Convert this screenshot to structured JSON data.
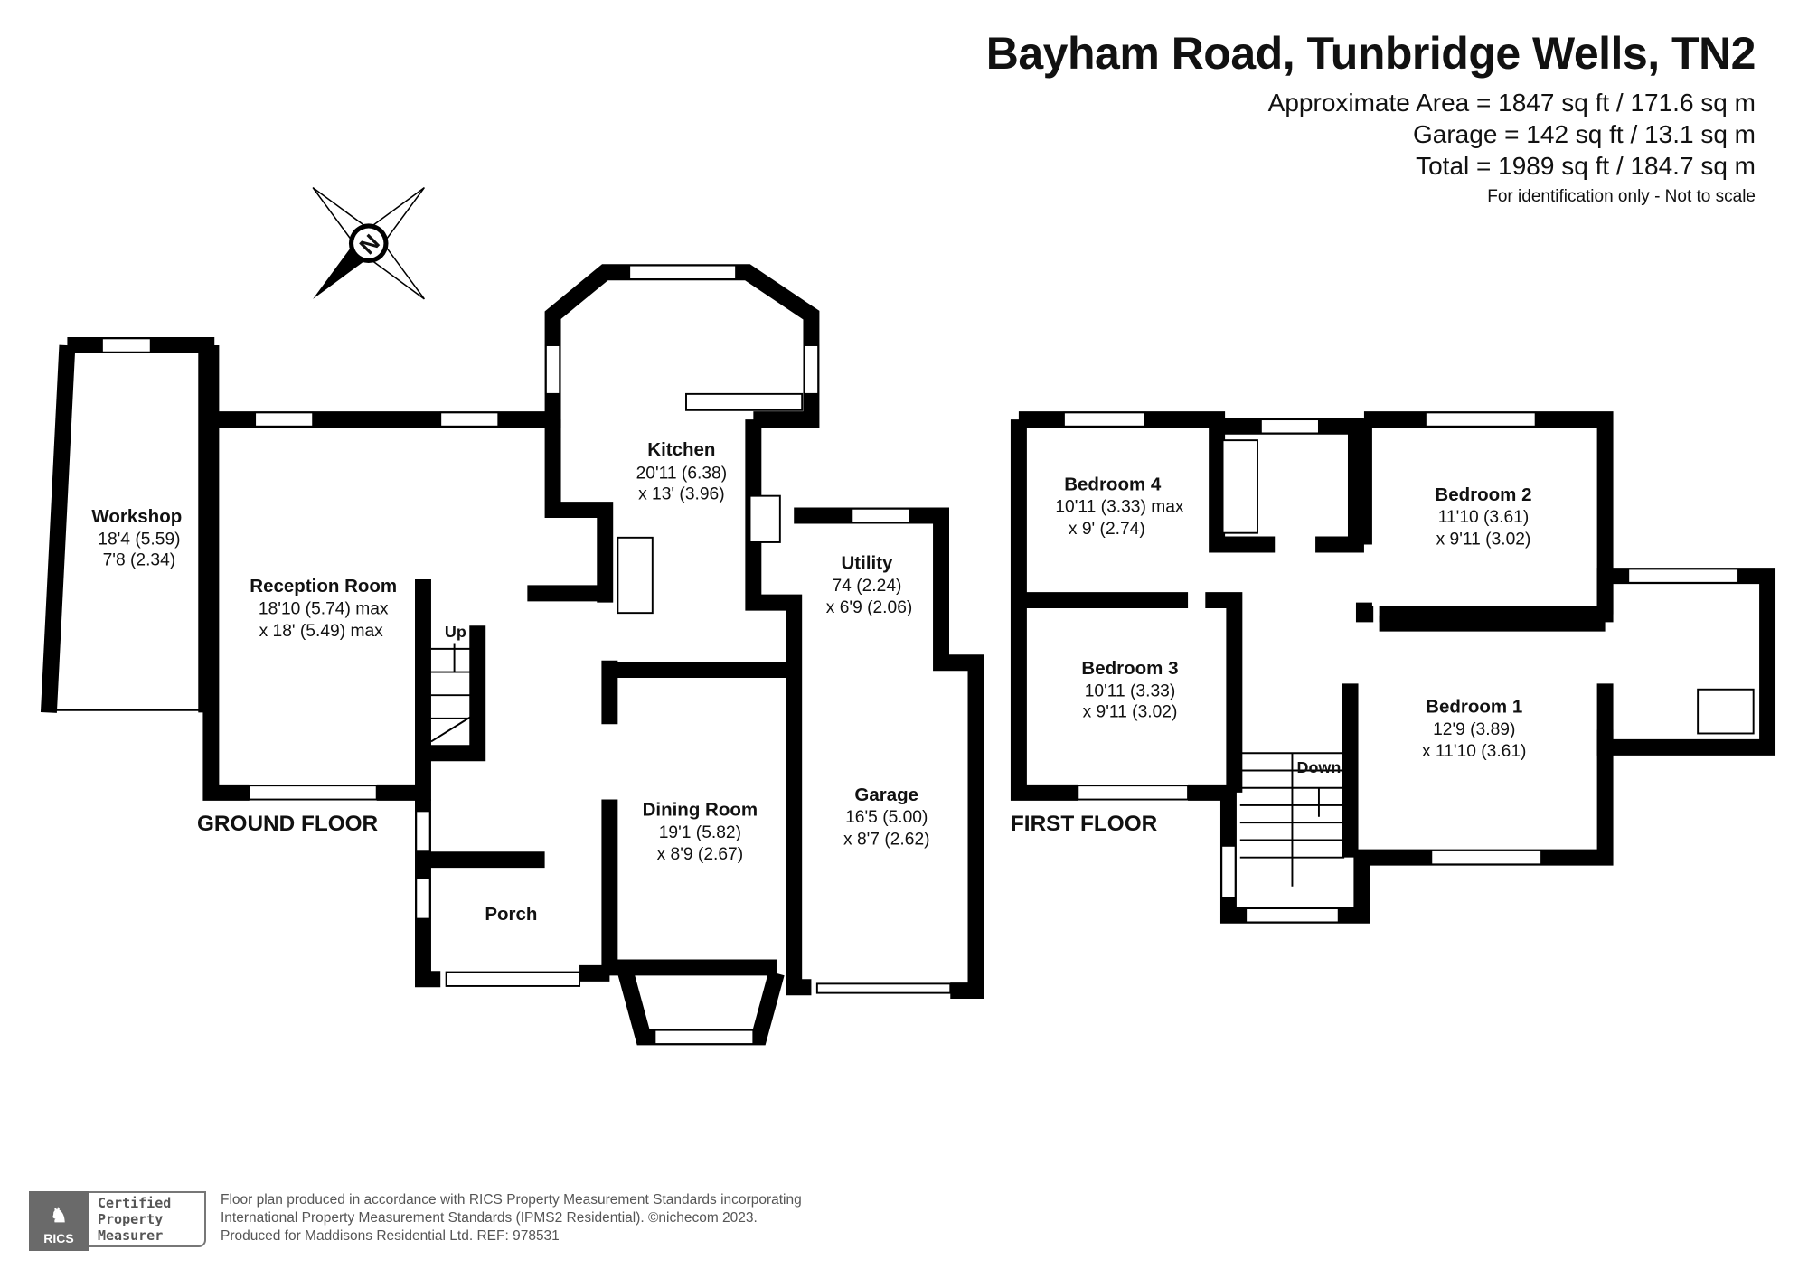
{
  "header": {
    "title": "Bayham Road, Tunbridge Wells, TN2",
    "approx_area": "Approximate Area = 1847 sq ft / 171.6 sq m",
    "garage_area": "Garage = 142 sq ft / 13.1 sq m",
    "total_area": "Total = 1989 sq ft / 184.7 sq m",
    "note": "For identification only - Not to scale"
  },
  "compass": {
    "label": "N"
  },
  "ground_floor": {
    "label": "GROUND FLOOR",
    "stairs_label": "Up",
    "rooms": [
      {
        "name": "Workshop",
        "dim1": "18'4 (5.59)",
        "dim2": "7'8 (2.34)"
      },
      {
        "name": "Reception Room",
        "dim1": "18'10 (5.74) max",
        "dim2": "x 18' (5.49) max"
      },
      {
        "name": "Kitchen",
        "dim1": "20'11 (6.38)",
        "dim2": "x 13' (3.96)"
      },
      {
        "name": "Utility",
        "dim1": "74 (2.24)",
        "dim2": "x 6'9 (2.06)"
      },
      {
        "name": "Dining Room",
        "dim1": "19'1 (5.82)",
        "dim2": "x 8'9 (2.67)"
      },
      {
        "name": "Garage",
        "dim1": "16'5 (5.00)",
        "dim2": "x 8'7 (2.62)"
      },
      {
        "name": "Porch"
      }
    ]
  },
  "first_floor": {
    "label": "FIRST FLOOR",
    "stairs_label": "Down",
    "rooms": [
      {
        "name": "Bedroom 4",
        "dim1": "10'11 (3.33) max",
        "dim2": "x 9' (2.74)"
      },
      {
        "name": "Bedroom 2",
        "dim1": "11'10 (3.61)",
        "dim2": "x 9'11 (3.02)"
      },
      {
        "name": "Bedroom 3",
        "dim1": "10'11 (3.33)",
        "dim2": "x 9'11 (3.02)"
      },
      {
        "name": "Bedroom 1",
        "dim1": "12'9 (3.89)",
        "dim2": "x 11'10 (3.61)"
      }
    ]
  },
  "footer": {
    "rics": "RICS",
    "cert_line1": "Certified",
    "cert_line2": "Property",
    "cert_line3": "Measurer",
    "line1": "Floor plan produced in accordance with RICS Property Measurement Standards incorporating",
    "line2": "International Property Measurement Standards (IPMS2 Residential).   ©nichecom 2023.",
    "line3": "Produced for Maddisons Residential Ltd.   REF:  978531"
  }
}
